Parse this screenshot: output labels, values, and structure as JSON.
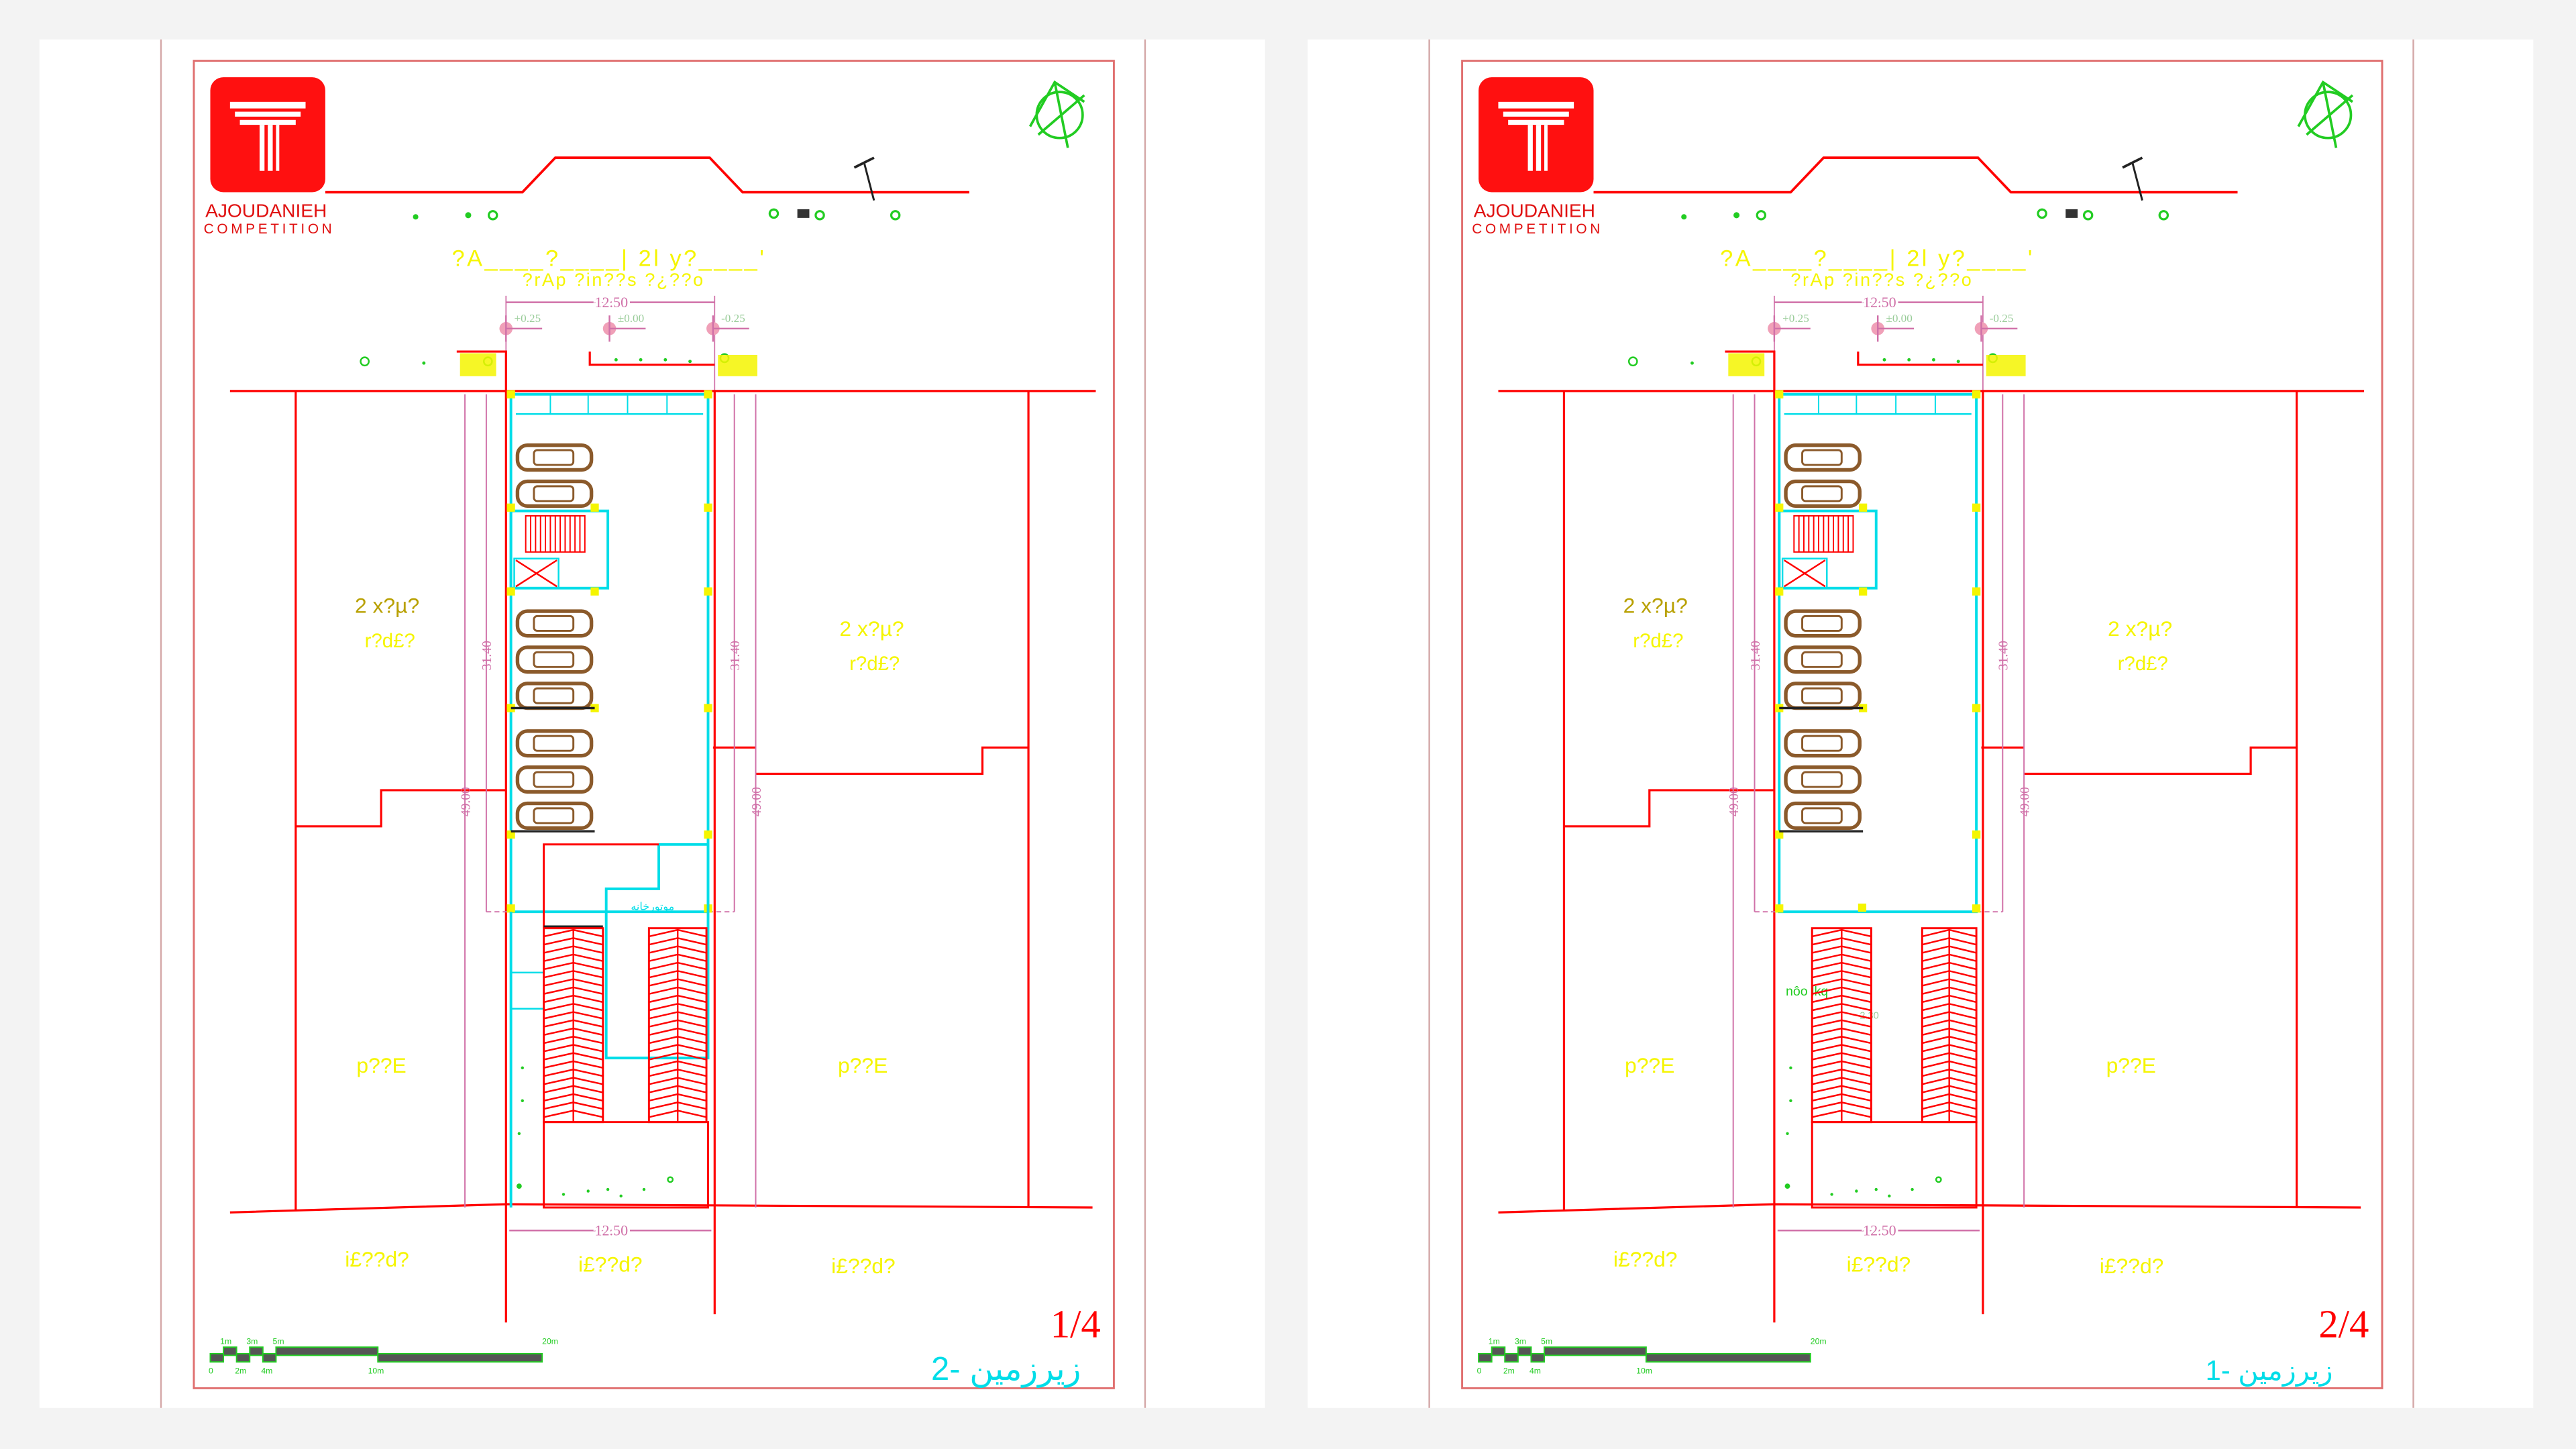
{
  "colors": {
    "cad_red": "#ff0000",
    "frame": "#e07070",
    "cyan": "#00e5f0",
    "yellow": "#ffff00",
    "green": "#22cc22",
    "pink": "#d070a8",
    "car": "#8b5a2b"
  },
  "sheets": [
    {
      "logo_line1": "AJOUDANIEH",
      "logo_line2": "COMPETITION",
      "street_title_1": "?A____?____| 2l y?____'",
      "street_title_2": "?rAp ?in??s ?¿??o",
      "top_dimension": "12.50",
      "bottom_dimension": "12.50",
      "levels": [
        "+0.25",
        "±0.00",
        "-0.25"
      ],
      "dim_31": "31.40",
      "dim_49": "49.00",
      "neighbor_top_1": "2 x?µ?",
      "neighbor_top_2": "r?d£?",
      "neighbor_mid": "p??E",
      "street_bottom": "i£??d?",
      "motor_room": "موتورخانه",
      "sheet_number": "1/4",
      "title": "زیرزمین -2",
      "scale_top": [
        "1m",
        "3m",
        "5m",
        "20m"
      ],
      "scale_bottom": [
        "0",
        "2m",
        "4m",
        "10m"
      ]
    },
    {
      "logo_line1": "AJOUDANIEH",
      "logo_line2": "COMPETITION",
      "street_title_1": "?A____?____| 2l y?____'",
      "street_title_2": "?rAp ?in??s ?¿??o",
      "top_dimension": "12.50",
      "bottom_dimension": "12.50",
      "levels": [
        "+0.25",
        "±0.00",
        "-0.25"
      ],
      "dim_31": "31.40",
      "dim_49": "49.00",
      "neighbor_top_1": "2 x?µ?",
      "neighbor_top_2": "r?d£?",
      "neighbor_mid": "p??E",
      "street_bottom": "i£??d?",
      "ramp_label": "nôo lkq",
      "ramp_level": "-2.30",
      "sheet_number": "2/4",
      "title": "زیرزمین -1",
      "scale_top": [
        "1m",
        "3m",
        "5m",
        "20m"
      ],
      "scale_bottom": [
        "0",
        "2m",
        "4m",
        "10m"
      ]
    }
  ]
}
